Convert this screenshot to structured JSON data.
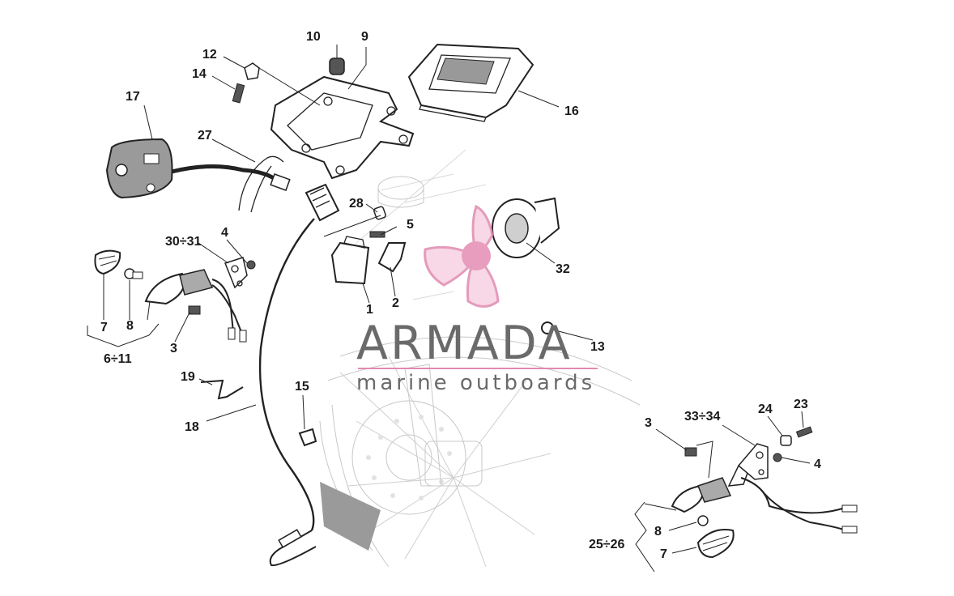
{
  "brand": {
    "name": "ARMADA",
    "tagline": "marine outboards",
    "accent_color": "#e08ab0",
    "text_color": "#6a6a6a"
  },
  "callouts": [
    {
      "id": "c10",
      "label": "10"
    },
    {
      "id": "c9",
      "label": "9"
    },
    {
      "id": "c12",
      "label": "12"
    },
    {
      "id": "c14",
      "label": "14"
    },
    {
      "id": "c17",
      "label": "17"
    },
    {
      "id": "c16",
      "label": "16"
    },
    {
      "id": "c27",
      "label": "27"
    },
    {
      "id": "c28",
      "label": "28"
    },
    {
      "id": "c5",
      "label": "5"
    },
    {
      "id": "c30_31",
      "label": "30÷31"
    },
    {
      "id": "c4a",
      "label": "4"
    },
    {
      "id": "c32",
      "label": "32"
    },
    {
      "id": "c1",
      "label": "1"
    },
    {
      "id": "c2",
      "label": "2"
    },
    {
      "id": "c7a",
      "label": "7"
    },
    {
      "id": "c8a",
      "label": "8"
    },
    {
      "id": "c6_11",
      "label": "6÷11"
    },
    {
      "id": "c3a",
      "label": "3"
    },
    {
      "id": "c13",
      "label": "13"
    },
    {
      "id": "c19",
      "label": "19"
    },
    {
      "id": "c15",
      "label": "15"
    },
    {
      "id": "c18",
      "label": "18"
    },
    {
      "id": "c3b",
      "label": "3"
    },
    {
      "id": "c33_34",
      "label": "33÷34"
    },
    {
      "id": "c24",
      "label": "24"
    },
    {
      "id": "c23",
      "label": "23"
    },
    {
      "id": "c4b",
      "label": "4"
    },
    {
      "id": "c8b",
      "label": "8"
    },
    {
      "id": "c25_26",
      "label": "25÷26"
    },
    {
      "id": "c7b",
      "label": "7"
    }
  ]
}
